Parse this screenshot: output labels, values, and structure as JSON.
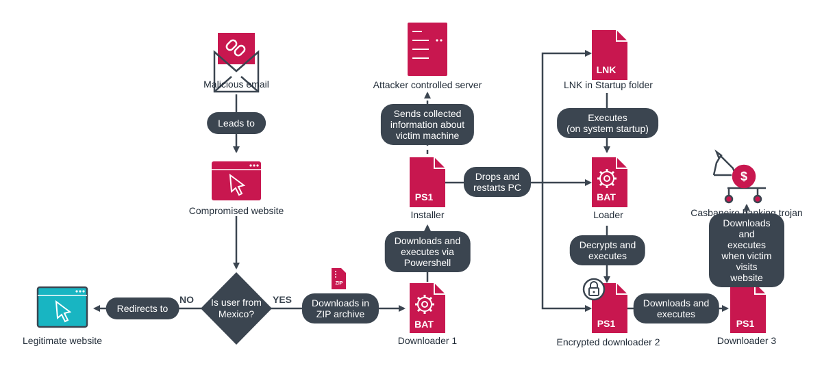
{
  "colors": {
    "accent": "#c8174f",
    "teal": "#18b5c2",
    "dark": "#3b4550",
    "text": "#1f2a36"
  },
  "nodes": {
    "malicious_email": "Malicious email",
    "compromised_website": "Compromised website",
    "legitimate_website": "Legitimate website",
    "downloader1": "Downloader 1",
    "installer": "Installer",
    "attacker_server": "Attacker controlled server",
    "lnk_startup": "LNK in Startup folder",
    "loader": "Loader",
    "encrypted_downloader2": "Encrypted downloader 2",
    "downloader3": "Downloader 3",
    "casbaneiro": "Casbaneiro banking trojan"
  },
  "decision": {
    "question": "Is user from\nMexico?",
    "no": "NO",
    "yes": "YES"
  },
  "edges": {
    "leads_to": "Leads to",
    "redirects_to": "Redirects to",
    "downloads_zip": "Downloads in\nZIP archive",
    "downloads_powershell": "Downloads and\nexecutes via\nPowershell",
    "sends_info": "Sends collected\ninformation about\nvictim machine",
    "drops_restarts": "Drops and\nrestarts PC",
    "executes_startup": "Executes\n(on system startup)",
    "decrypts_executes": "Decrypts and\nexecutes",
    "downloads_executes": "Downloads and\nexecutes",
    "downloads_visits": "Downloads and\nexecutes when victim\nvisits website"
  },
  "file_tags": {
    "bat": "BAT",
    "ps1": "PS1",
    "lnk": "LNK",
    "zip": "ZIP"
  },
  "icons": [
    "envelope-link-icon",
    "browser-cursor-icon",
    "server-icon",
    "gear-icon",
    "lock-icon",
    "trojan-horse-icon",
    "zip-file-icon"
  ]
}
